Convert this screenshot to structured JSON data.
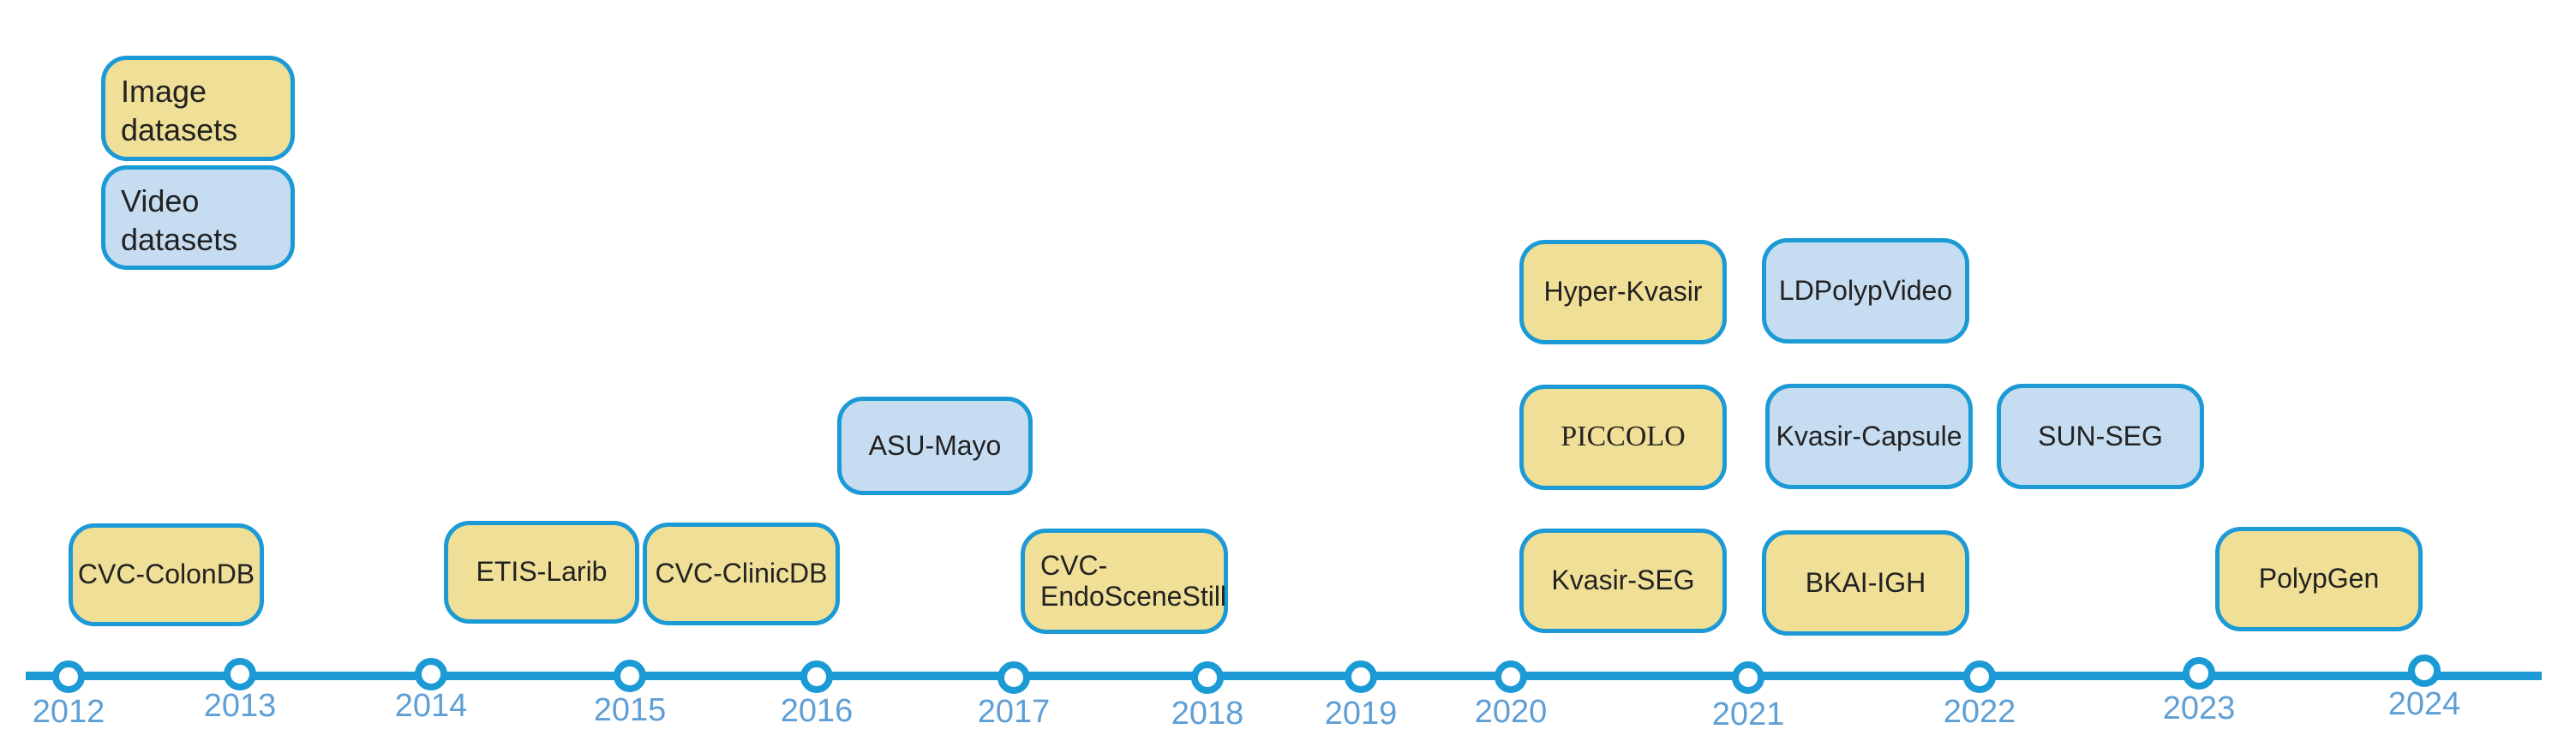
{
  "colors": {
    "image": "#f0df96",
    "video": "#c6dcf1",
    "border": "#1b9ad6",
    "axis": "#1b9ad6",
    "year_text": "#5e9fd6"
  },
  "legend": {
    "image": "Image\ndatasets",
    "video": "Video\ndatasets"
  },
  "years": [
    "2012",
    "2013",
    "2014",
    "2015",
    "2016",
    "2017",
    "2018",
    "2019",
    "2020",
    "2021",
    "2022",
    "2023",
    "2024"
  ],
  "datasets": [
    {
      "name": "CVC-ColonDB",
      "kind": "image"
    },
    {
      "name": "ETIS-Larib",
      "kind": "image"
    },
    {
      "name": "CVC-ClinicDB",
      "kind": "image"
    },
    {
      "name": "ASU-Mayo",
      "kind": "video"
    },
    {
      "name": "CVC-\nEndoSceneStill",
      "kind": "image"
    },
    {
      "name": "Hyper-Kvasir",
      "kind": "image"
    },
    {
      "name": "PICCOLO",
      "kind": "image"
    },
    {
      "name": "Kvasir-SEG",
      "kind": "image"
    },
    {
      "name": "LDPolypVideo",
      "kind": "video"
    },
    {
      "name": "Kvasir-Capsule",
      "kind": "video"
    },
    {
      "name": "BKAI-IGH",
      "kind": "image"
    },
    {
      "name": "SUN-SEG",
      "kind": "video"
    },
    {
      "name": "PolypGen",
      "kind": "image"
    }
  ]
}
